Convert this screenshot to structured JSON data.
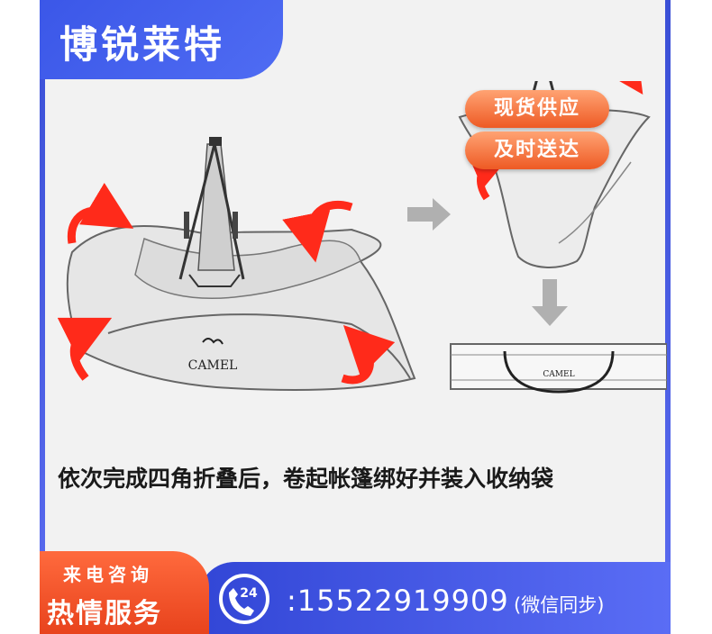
{
  "brand": {
    "title": "博锐莱特"
  },
  "illustration": {
    "logo_text": "CAMEL",
    "bag_logo_text": "CAMEL",
    "badges": [
      "现货供应",
      "及时送达"
    ]
  },
  "caption": "依次完成四角折叠后，卷起帐篷绑好并装入收纳袋",
  "footer": {
    "line1": "来电咨询",
    "line2": "热情服务",
    "hours": "24",
    "phone": ":15522919909",
    "note": "(微信同步)"
  },
  "colors": {
    "accent_blue": "#3b57e8",
    "accent_orange": "#ee5a24",
    "arrow_red": "#ff2a1a"
  }
}
